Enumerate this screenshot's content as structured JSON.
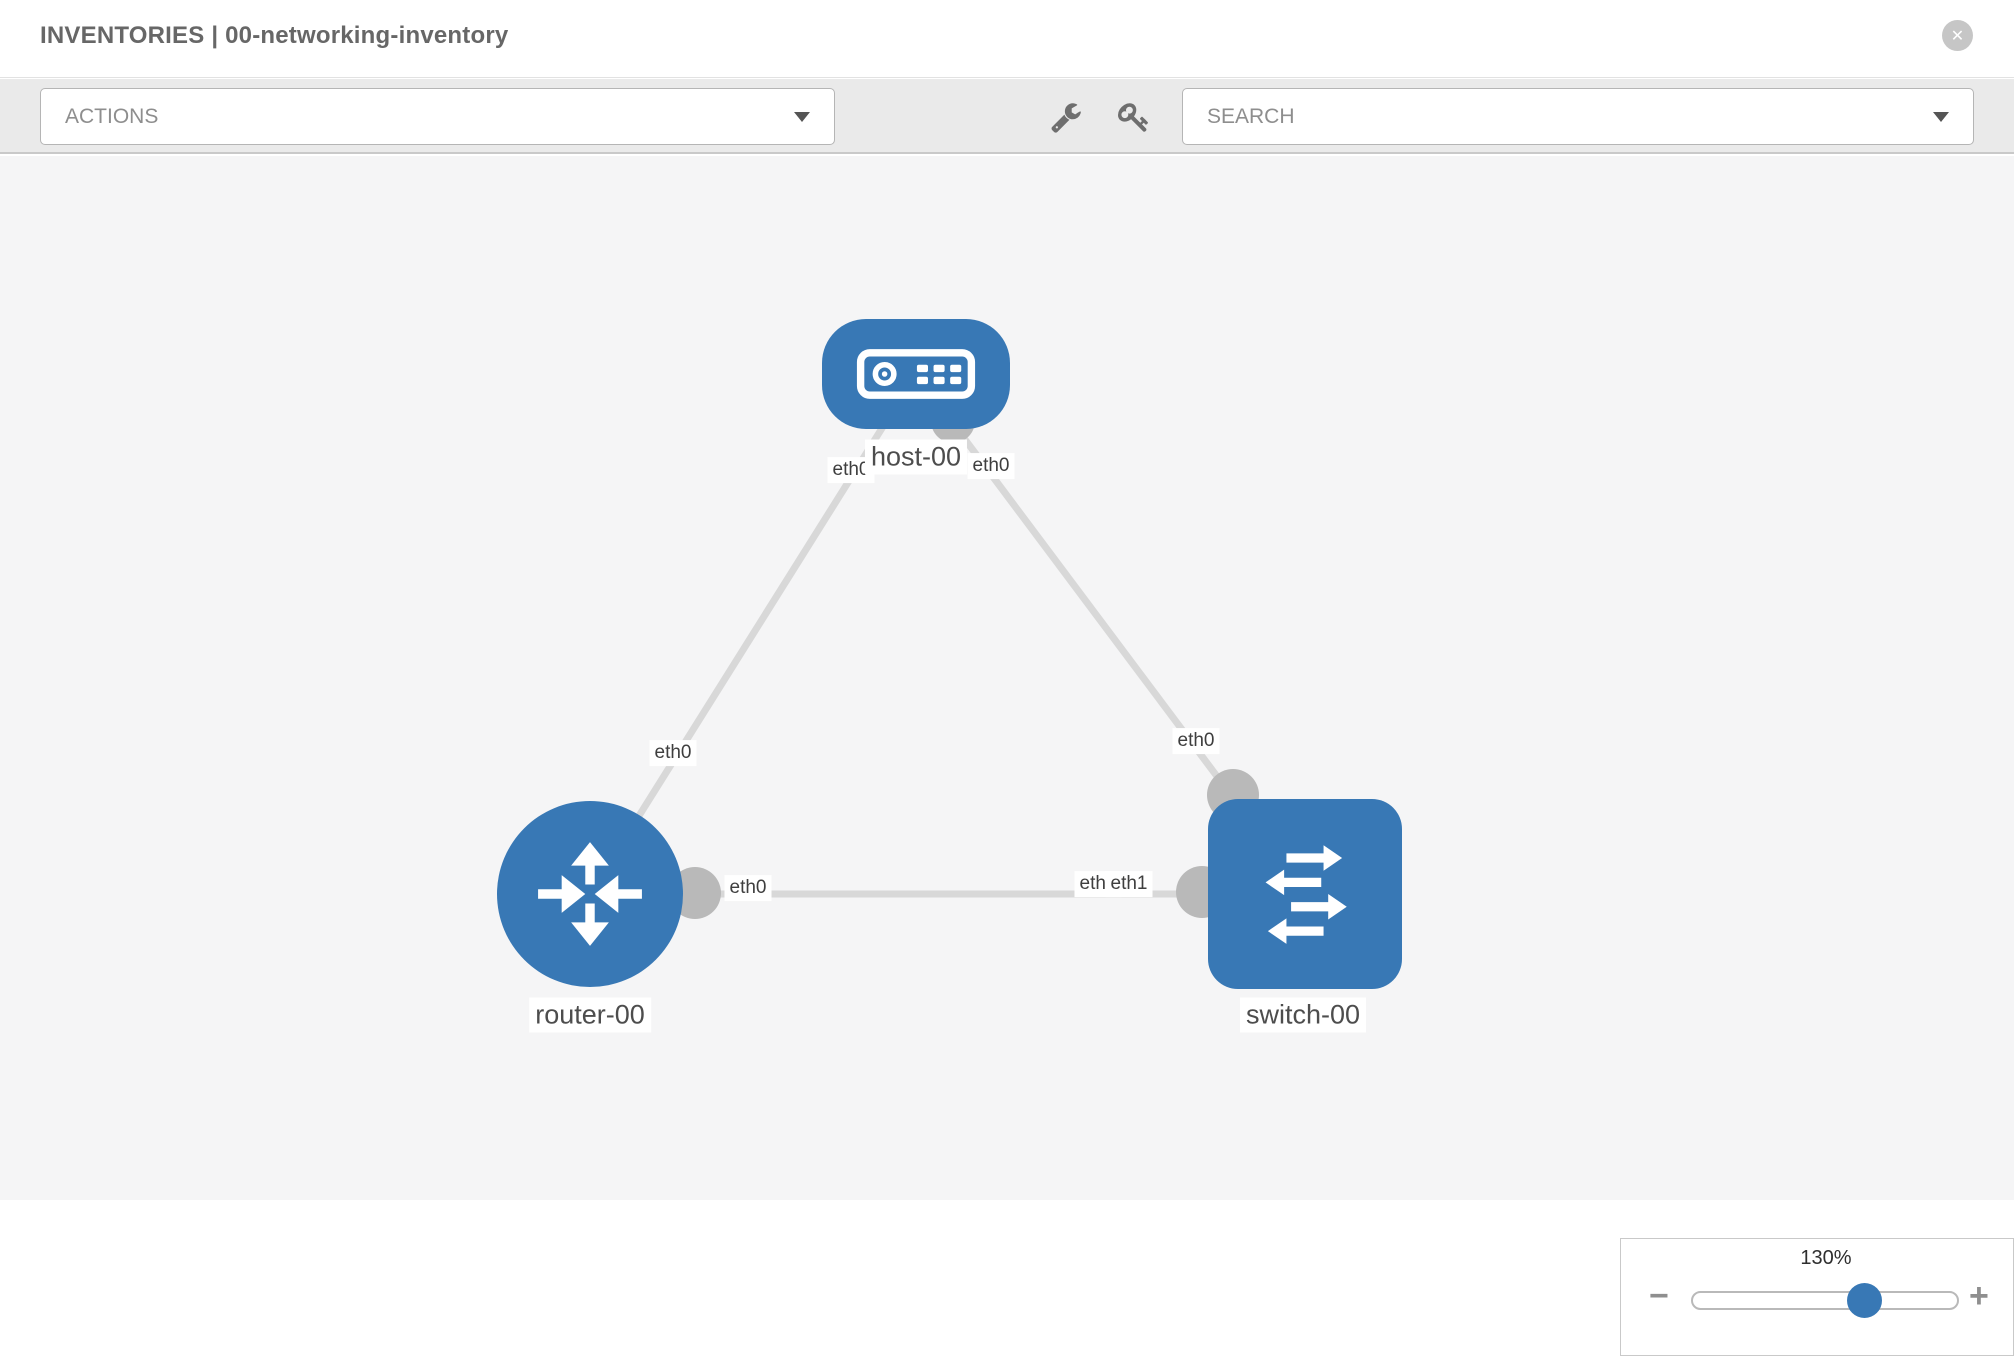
{
  "header": {
    "title": "INVENTORIES | 00-networking-inventory",
    "close_glyph": "✕"
  },
  "toolbar": {
    "actions_dropdown": {
      "value": "ACTIONS"
    },
    "search_dropdown": {
      "value": "SEARCH"
    }
  },
  "canvas": {
    "nodes": [
      {
        "label": "host-00",
        "type": "host"
      },
      {
        "label": "router-00",
        "type": "router"
      },
      {
        "label": "switch-00",
        "type": "switch"
      }
    ],
    "links": [
      {
        "from": "router-00",
        "to": "host-00",
        "from_label": "eth0",
        "to_label": "eth0"
      },
      {
        "from": "host-00",
        "to": "switch-00",
        "from_label": "eth0",
        "to_label": "eth0"
      },
      {
        "from": "router-00",
        "to": "switch-00",
        "from_label": "eth0",
        "to_labels": [
          "eth0",
          "eth1"
        ]
      }
    ]
  },
  "zoom_control": {
    "value": "130%",
    "minus_glyph": "−",
    "plus_glyph": "+"
  },
  "colors": {
    "node_blue": "#3878b5",
    "link_gray": "#d8d8d8",
    "interface_gray": "#b9b9b9",
    "toolbar_gray": "#eaeaea",
    "canvas_gray": "#f5f5f6"
  }
}
